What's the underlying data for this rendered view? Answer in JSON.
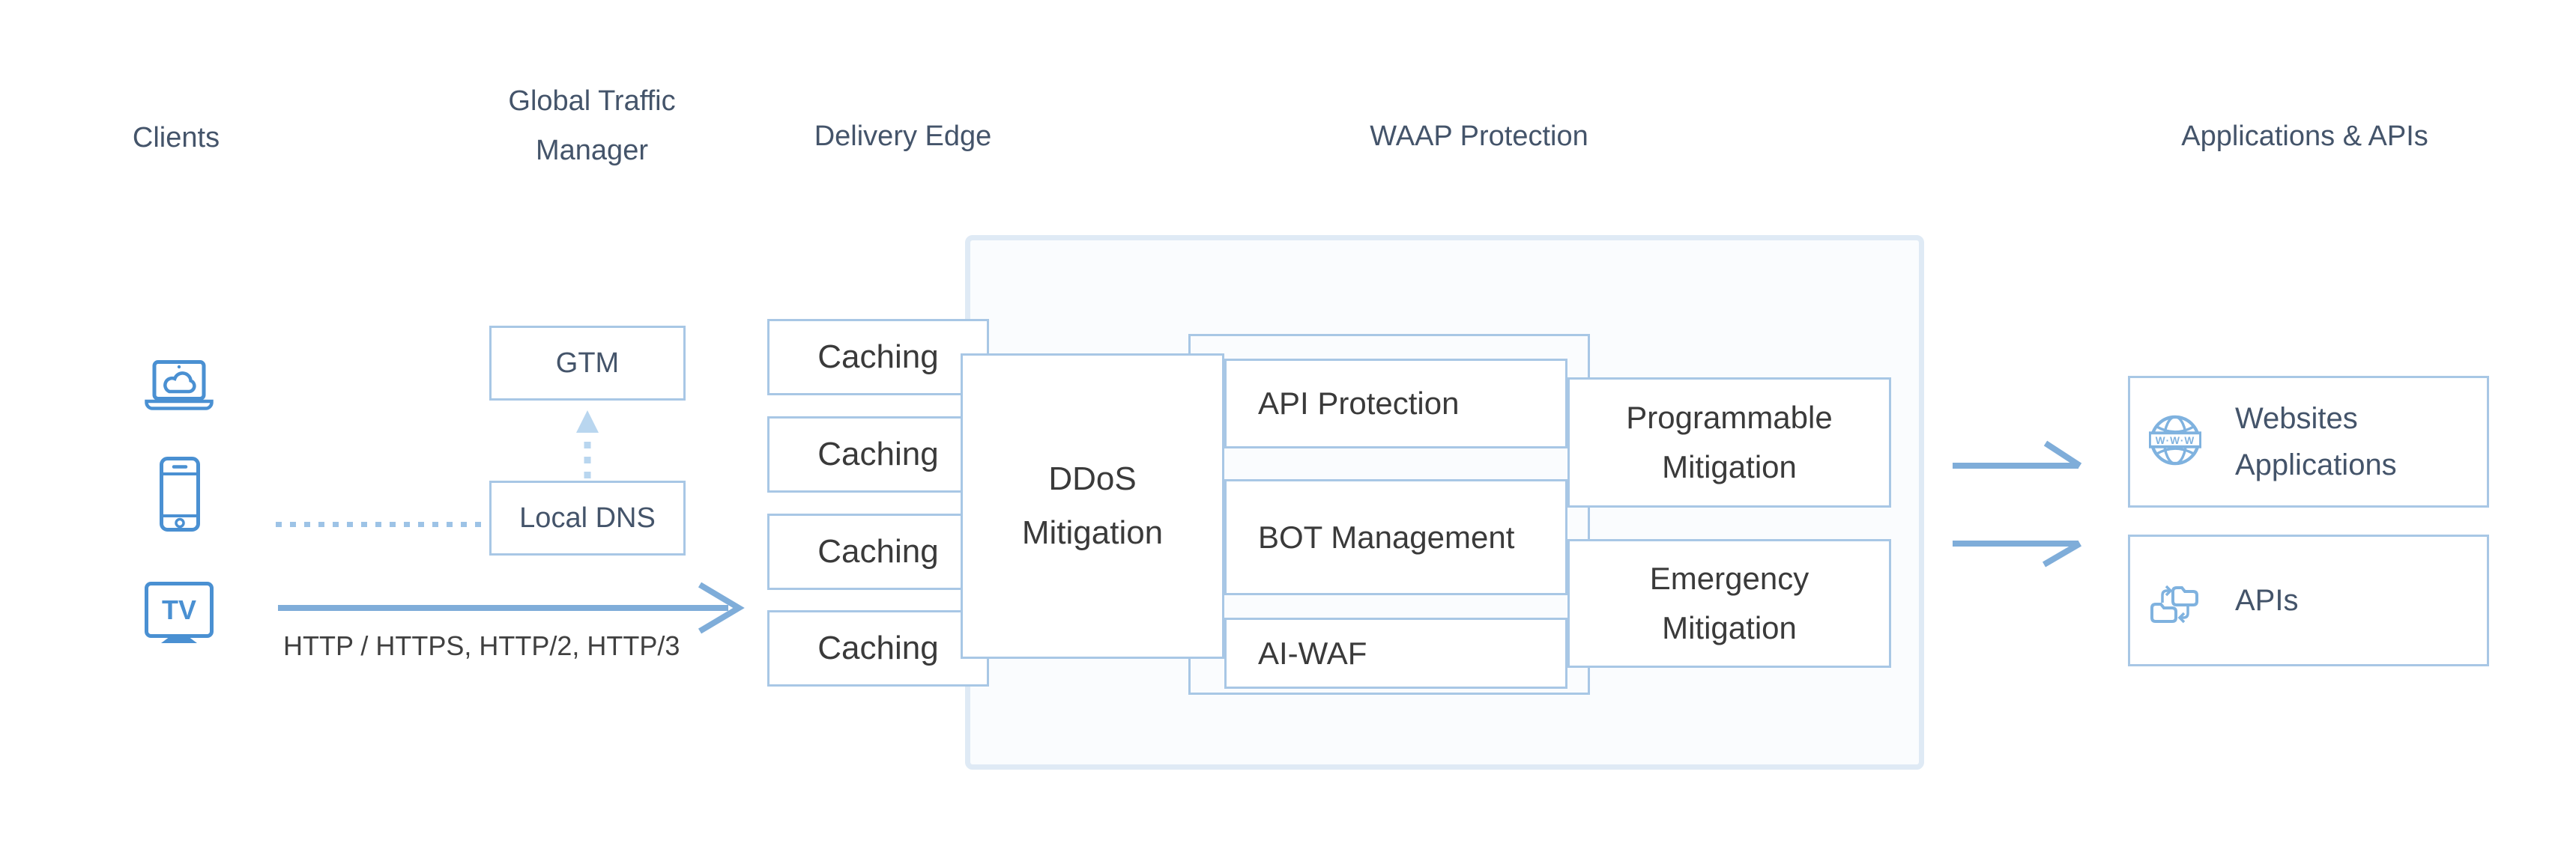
{
  "title": "WAAP Protection architecture diagram",
  "colors": {
    "accent_icon_blue": "#4a90d2",
    "light_icon_blue": "#7fb2df",
    "box_border": "#a8c7e5",
    "container_border": "#dfeaf5",
    "container_fill": "#fafcfe",
    "arrow_blue": "#7fadd9",
    "dotted_connector": "#9dc3e6",
    "dashed_connector_light": "#b9d6ef",
    "header_text": "#44546a",
    "label_text": "#3a3a3a",
    "http_text": "#404040"
  },
  "headers": {
    "clients": "Clients",
    "global_traffic_manager": "Global Traffic Manager",
    "delivery_edge": "Delivery Edge",
    "waap_protection": "WAAP Protection",
    "applications_apis": "Applications & APIs"
  },
  "clients": {
    "icons": [
      "laptop-cloud-icon",
      "smartphone-icon",
      "tv-icon"
    ]
  },
  "gtm_column": {
    "gtm": "GTM",
    "local_dns": "Local DNS"
  },
  "delivery_edge": {
    "caching_nodes": [
      "Caching",
      "Caching",
      "Caching",
      "Caching"
    ]
  },
  "waap": {
    "ddos": "DDoS Mitigation",
    "features": [
      "API Protection",
      "BOT Management",
      "AI-WAF"
    ],
    "mitigations": [
      "Programmable Mitigation",
      "Emergency Mitigation"
    ]
  },
  "transport_label": "HTTP / HTTPS, HTTP/2, HTTP/3",
  "destinations": [
    {
      "label": "Websites Applications",
      "icon": "globe-www-icon"
    },
    {
      "label": "APIs",
      "icon": "folder-transfer-icon"
    }
  ],
  "icon_texts": {
    "globe_band": "W·W·W",
    "tv": "TV"
  }
}
